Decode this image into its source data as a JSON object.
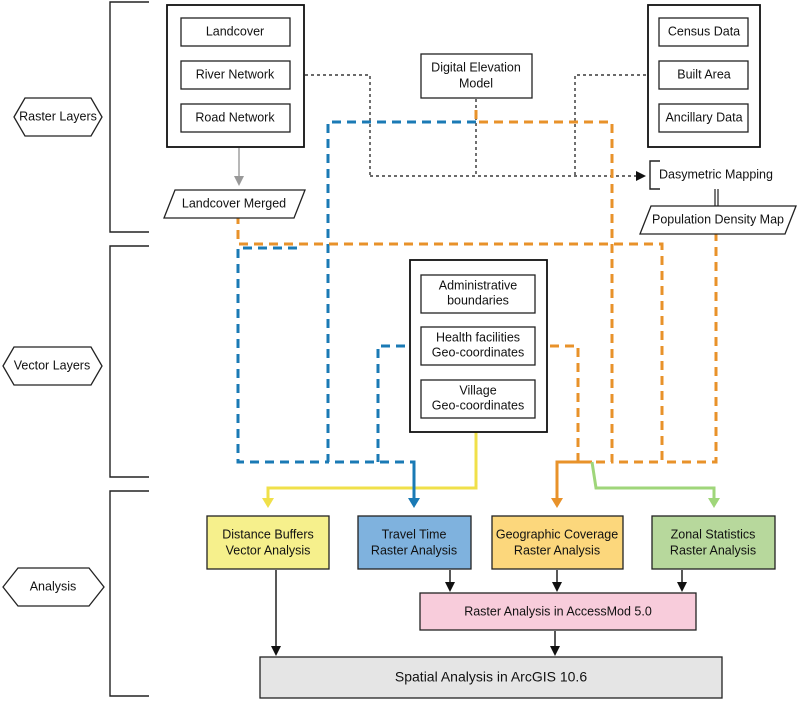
{
  "sections": {
    "raster": "Raster Layers",
    "vector": "Vector Layers",
    "analysis": "Analysis"
  },
  "raster_inputs": {
    "landcover": "Landcover",
    "river": "River Network",
    "road": "Road Network",
    "census": "Census Data",
    "built": "Built Area",
    "ancillary": "Ancillary Data"
  },
  "dem": {
    "line1": "Digital Elevation",
    "line2": "Model"
  },
  "landcover_merged": "Landcover Merged",
  "dasymetric": "Dasymetric Mapping",
  "population_density": "Population Density Map",
  "vector_inputs": {
    "admin": {
      "line1": "Administrative",
      "line2": "boundaries"
    },
    "health": {
      "line1": "Health facilities",
      "line2": "Geo-coordinates"
    },
    "village": {
      "line1": "Village",
      "line2": "Geo-coordinates"
    }
  },
  "analysis_boxes": {
    "distance": {
      "line1": "Distance Buffers",
      "line2": "Vector Analysis"
    },
    "travel": {
      "line1": "Travel Time",
      "line2": "Raster Analysis"
    },
    "coverage": {
      "line1": "Geographic Coverage",
      "line2": "Raster Analysis"
    },
    "zonal": {
      "line1": "Zonal Statistics",
      "line2": "Raster Analysis"
    }
  },
  "accessmod": "Raster Analysis in AccessMod 5.0",
  "arcgis": "Spatial Analysis in ArcGIS 10.6",
  "colors": {
    "blue": "#1a7ab5",
    "orange": "#e8922a",
    "yellow": "#f0e04a",
    "green": "#9fd67a",
    "fill_yellow": "#f6f08c",
    "fill_blue": "#7fb2de",
    "fill_orange": "#fcd77c",
    "fill_green": "#b7d89c",
    "fill_pink": "#f8ccdb",
    "fill_gray": "#e5e5e5",
    "gray_arrow": "#999999"
  }
}
